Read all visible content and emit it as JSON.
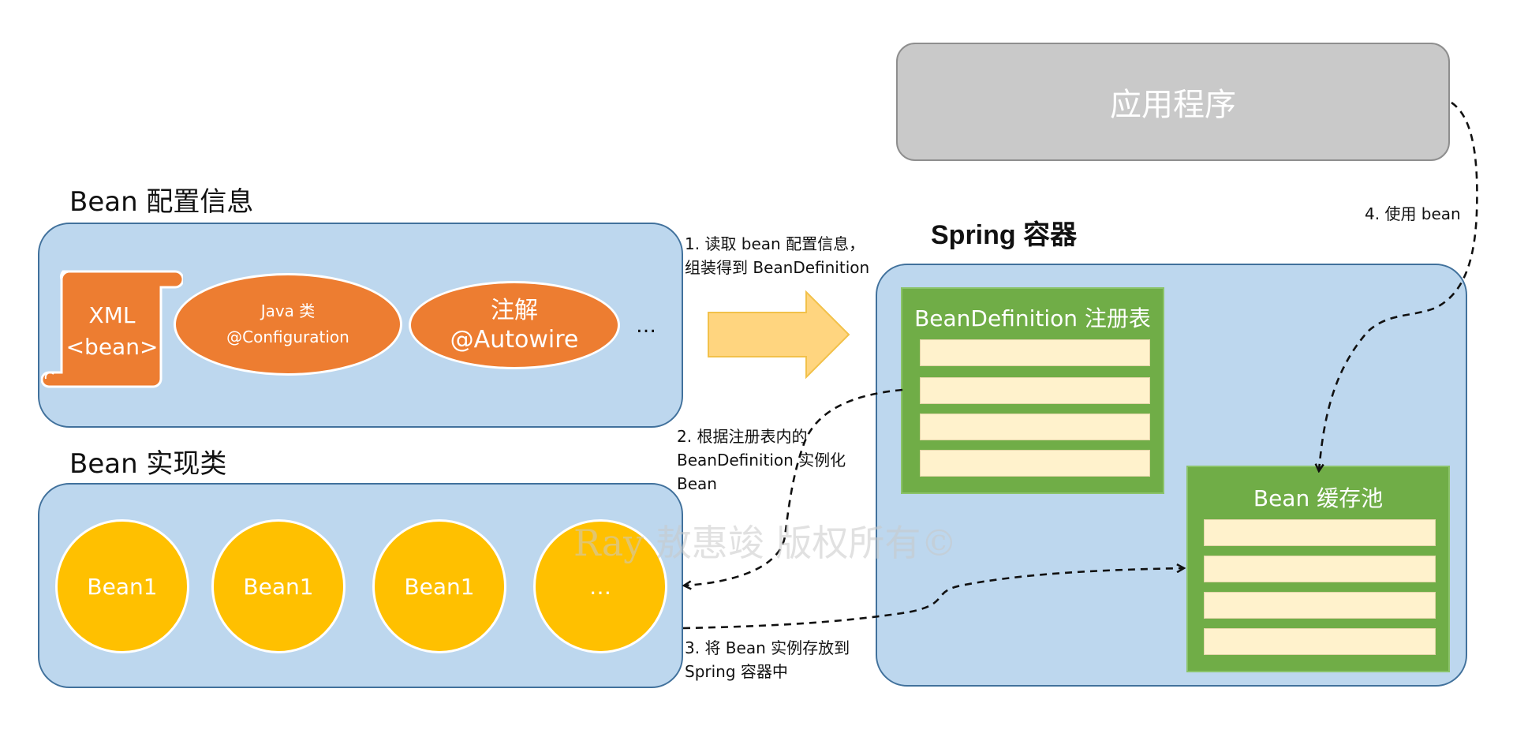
{
  "app": {
    "label": "应用程序"
  },
  "config_section": {
    "title": "Bean 配置信息",
    "xml_line1": "XML",
    "xml_line2": "<bean>",
    "java_line1": "Java 类",
    "java_line2": "@Configuration",
    "annot_line1": "注解",
    "annot_line2": "@Autowire",
    "more": "…"
  },
  "impl_section": {
    "title": "Bean 实现类",
    "beans": [
      "Bean1",
      "Bean1",
      "Bean1",
      "…"
    ]
  },
  "container": {
    "title": "Spring 容器",
    "registry_title": "BeanDefinition 注册表",
    "cache_title": "Bean 缓存池"
  },
  "steps": {
    "step1_line1": "1. 读取 bean 配置信息，",
    "step1_line2": "组装得到 BeanDefinition",
    "step2_line1": "2. 根据注册表内的",
    "step2_line2": "BeanDefinition 实例化",
    "step2_line3": "Bean",
    "step3_line1": "3. 将 Bean 实例存放到",
    "step3_line2": "Spring 容器中",
    "step4": "4. 使用 bean"
  },
  "watermark": "Ray 敖惠竣 版权所有©",
  "colors": {
    "panel_fill": "#bdd7ee",
    "panel_border": "#41719c",
    "orange": "#ed7d31",
    "gold": "#ffc000",
    "green": "#70ad47",
    "row_fill": "#fff2cc",
    "app_gray": "#c9c9c9",
    "arrow_fill": "#ffd57f"
  },
  "icons": [
    "scroll-icon",
    "right-arrow-icon"
  ]
}
